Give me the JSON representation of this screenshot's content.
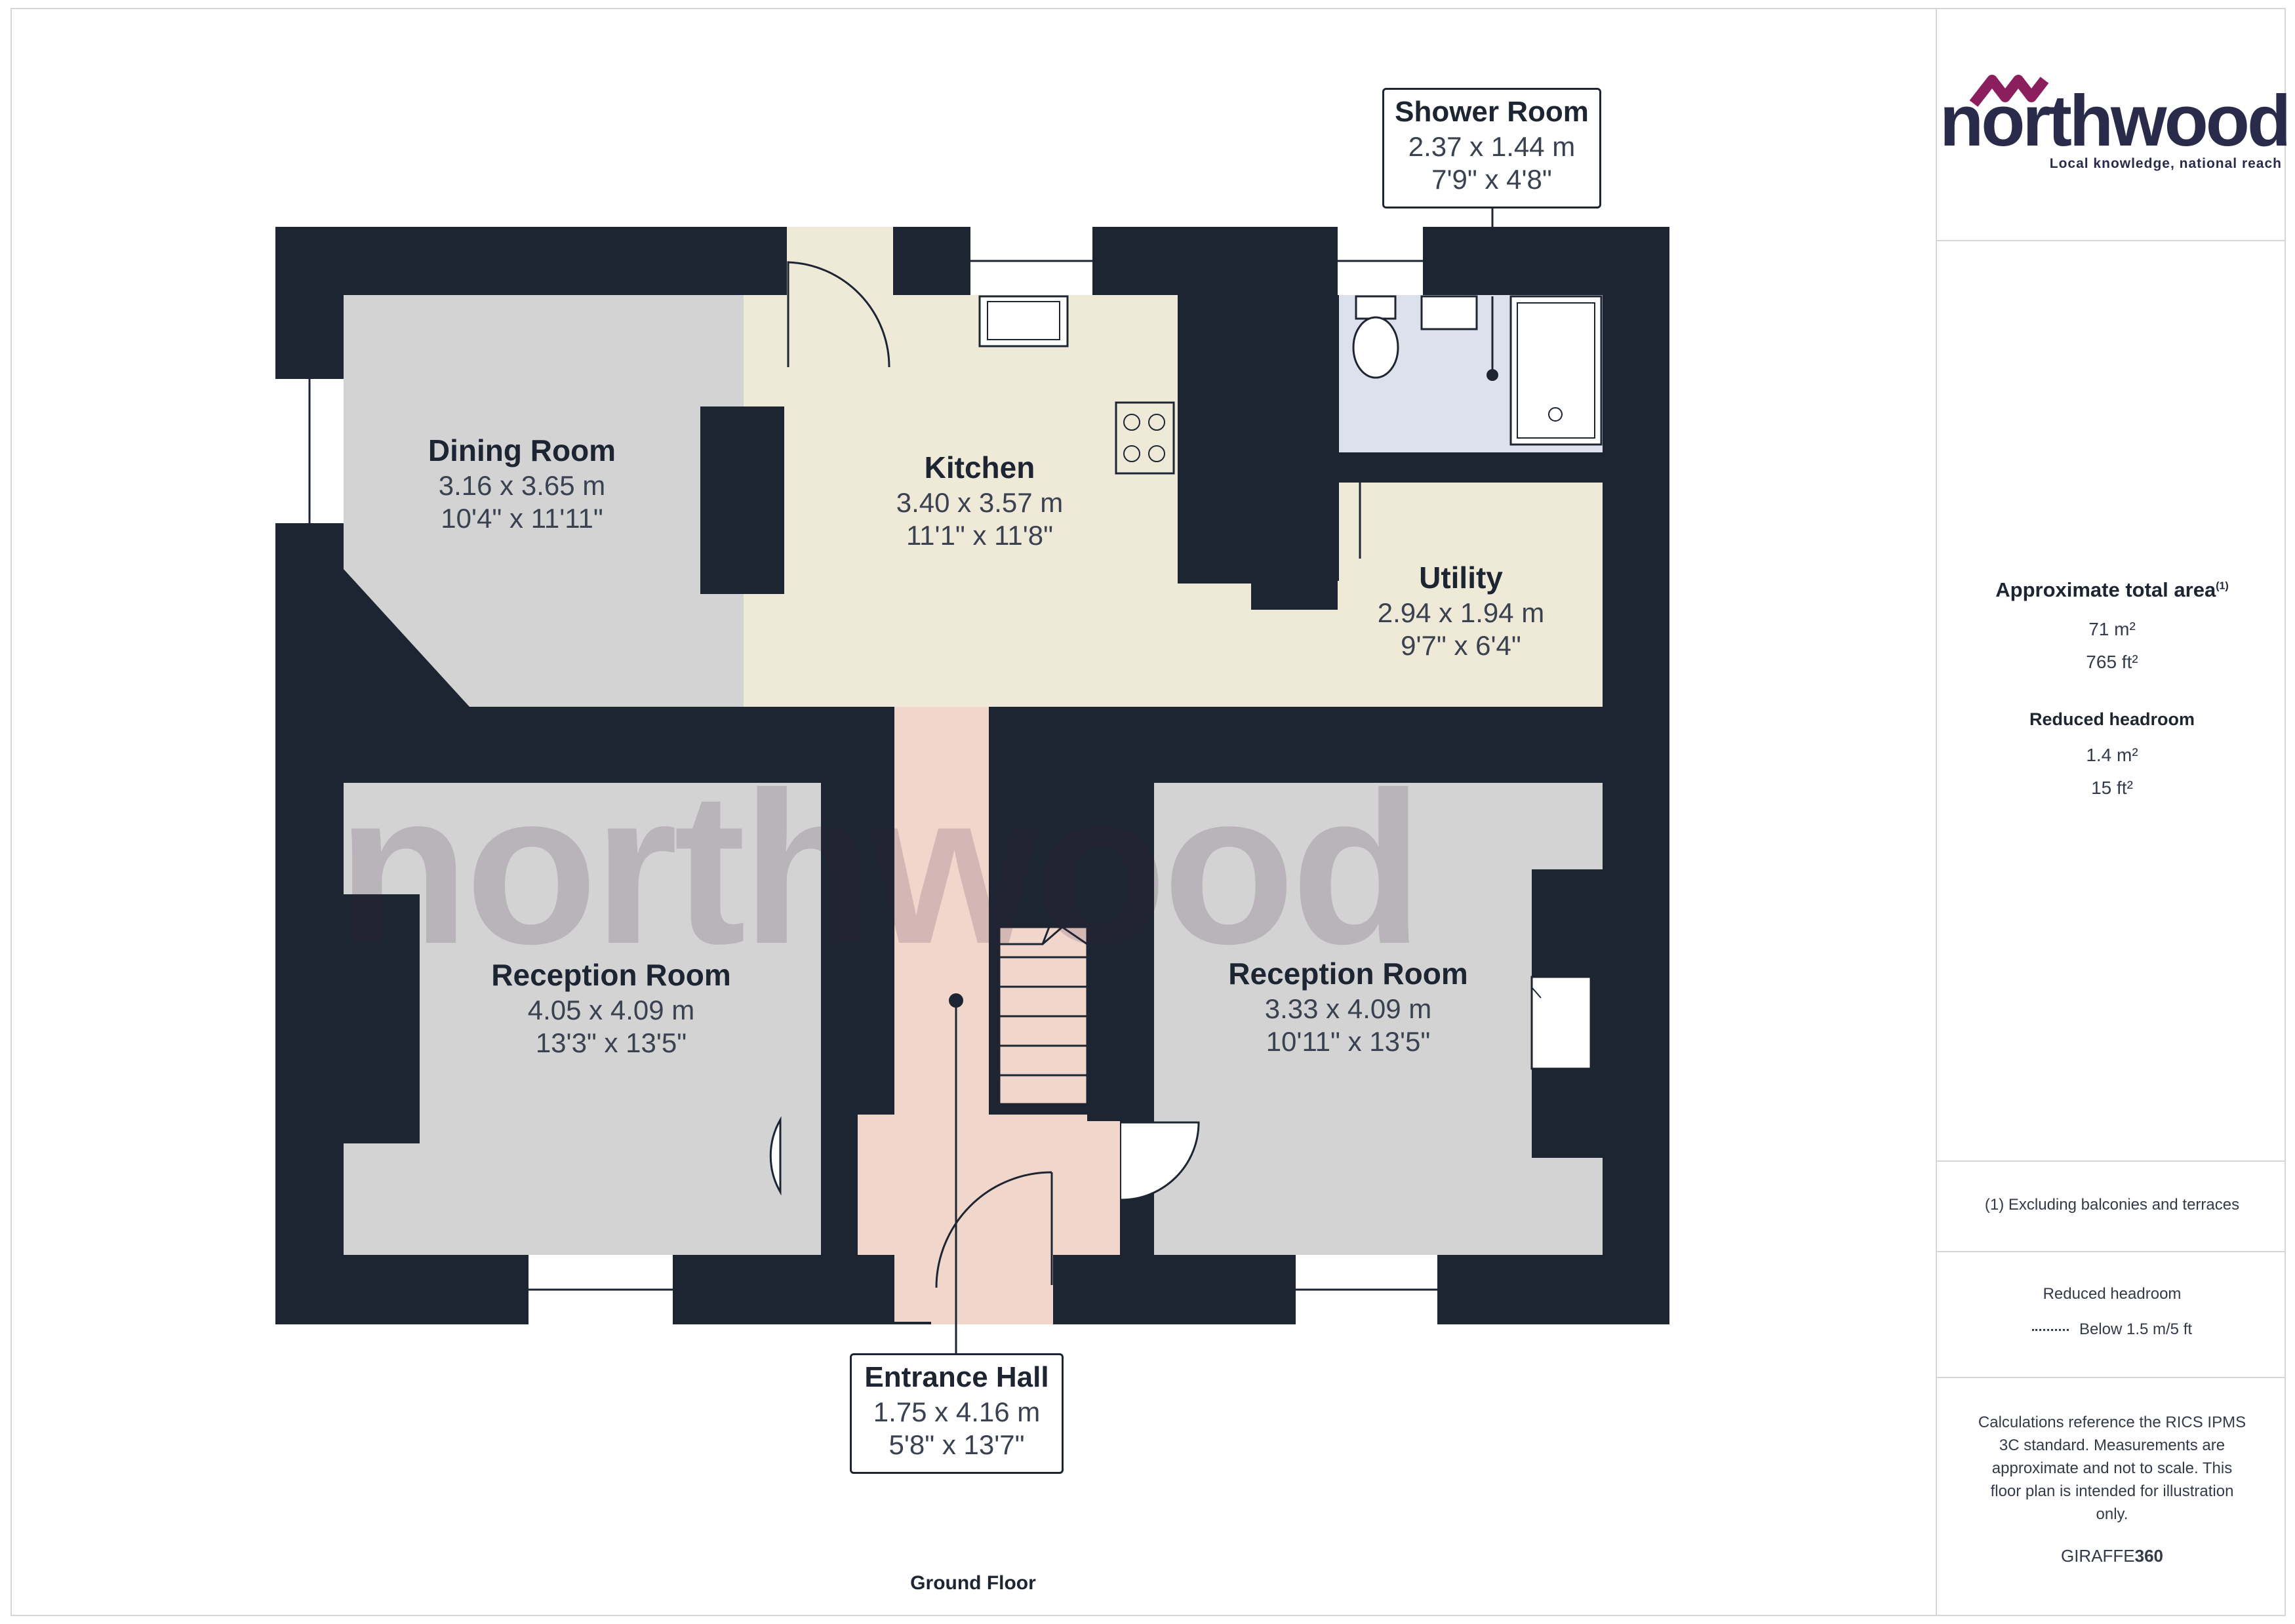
{
  "brand": {
    "logo_text": "northwood",
    "tagline": "Local knowledge, national reach",
    "accent_color": "#8b1f5e",
    "wall_color": "#1e2532"
  },
  "floor": {
    "label": "Ground Floor"
  },
  "rooms": {
    "dining": {
      "name": "Dining Room",
      "metric": "3.16 x 3.65 m",
      "imperial": "10'4\" x 11'11\""
    },
    "kitchen": {
      "name": "Kitchen",
      "metric": "3.40 x 3.57 m",
      "imperial": "11'1\" x 11'8\""
    },
    "utility": {
      "name": "Utility",
      "metric": "2.94 x 1.94 m",
      "imperial": "9'7\" x 6'4\""
    },
    "shower": {
      "name": "Shower Room",
      "metric": "2.37 x 1.44 m",
      "imperial": "7'9\" x 4'8\""
    },
    "reception_left": {
      "name": "Reception Room",
      "metric": "4.05 x 4.09 m",
      "imperial": "13'3\" x 13'5\""
    },
    "reception_right": {
      "name": "Reception Room",
      "metric": "3.33 x 4.09 m",
      "imperial": "10'11\" x 13'5\""
    },
    "hall": {
      "name": "Entrance Hall",
      "metric": "1.75 x 4.16 m",
      "imperial": "5'8\" x 13'7\""
    }
  },
  "sidebar": {
    "area_title": "Approximate total area",
    "area_footnote_marker": "(1)",
    "area_m2": "71 m²",
    "area_ft2": "765 ft²",
    "reduced_title": "Reduced headroom",
    "reduced_m2": "1.4 m²",
    "reduced_ft2": "15 ft²",
    "footnote": "(1) Excluding balconies and terraces",
    "legend_title": "Reduced headroom",
    "legend_item": "Below 1.5 m/5 ft",
    "disclaimer": "Calculations reference the RICS IPMS 3C standard. Measurements are approximate and not to scale. This floor plan is intended for illustration only.",
    "provider_prefix": "GIRAFFE",
    "provider_suffix": "360"
  }
}
